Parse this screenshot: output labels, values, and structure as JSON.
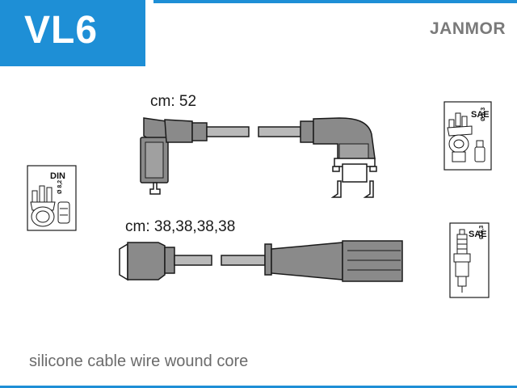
{
  "badge": {
    "code": "VL6"
  },
  "brand": {
    "name": "JANMOR"
  },
  "cables": {
    "coil_lead_label": "cm: 52",
    "plug_leads_label": "cm: 38,38,38,38"
  },
  "connectors": {
    "din_label": "DIN",
    "din_size": "Ø 8,2",
    "sae_coil_label": "SAE",
    "sae_coil_size": "Ø 6,3",
    "sae_plug_label": "SAE",
    "sae_plug_size": "Ø 6,3"
  },
  "footer": {
    "description": "silicone cable wire wound core"
  },
  "colors": {
    "accent": "#1e8fd6",
    "part_gray": "#8a8a8a",
    "outline": "#1a1a1a"
  }
}
